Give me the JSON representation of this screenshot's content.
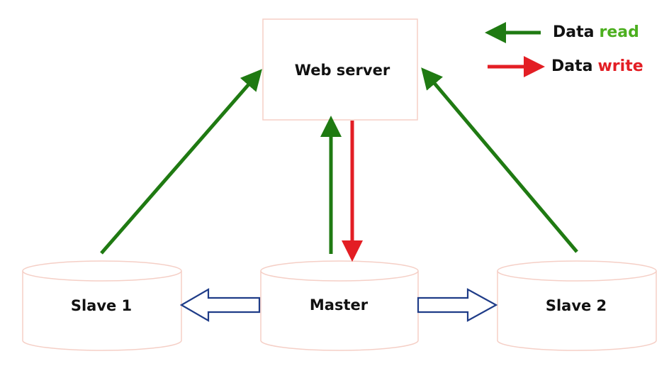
{
  "colors": {
    "read_arrow": "#1f7a12",
    "write_arrow": "#e31e24",
    "replication_arrow": "#1f3c88",
    "node_outline": "#f5cfc6",
    "read_text": "#4caf1f",
    "write_text": "#e31e24"
  },
  "nodes": {
    "web_server": "Web server",
    "slave1": "Slave 1",
    "master": "Master",
    "slave2": "Slave 2"
  },
  "legend": {
    "read": {
      "prefix": "Data",
      "accent": "read"
    },
    "write": {
      "prefix": "Data",
      "accent": "write"
    }
  }
}
